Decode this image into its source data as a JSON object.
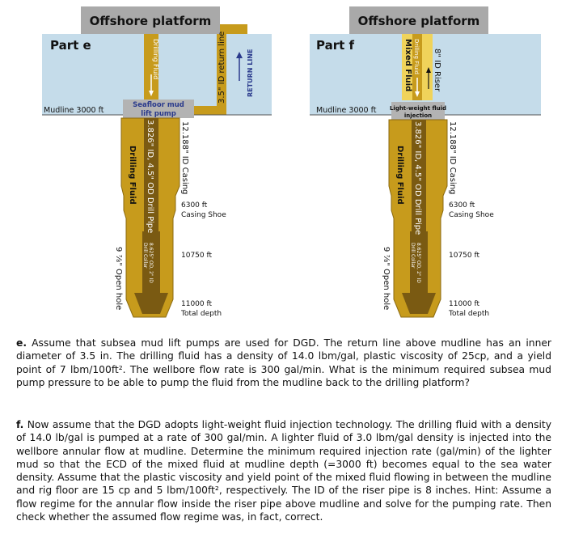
{
  "panels": {
    "e": {
      "platform_label": "Offshore platform",
      "part_label": "Part e",
      "mudline_label": "Mudline 3000 ft",
      "pump_label_line1": "Seafloor mud",
      "pump_label_line2": "lift pump",
      "riser_label": "Drilling Fluid",
      "return_line_label": "3.5\" ID return line",
      "return_line_tag": "RETURN LINE",
      "annulus_label": "Drilling Fluid",
      "drill_pipe_label": "3.826\" ID, 4.5\" OD Drill Pipe",
      "casing_label": "12.188\" ID Casing",
      "collar_label_line1": "8.625\" OD, 2\" ID",
      "collar_label_line2": "Drill Collar",
      "open_hole_label": "9 ⅞\" Open hole",
      "casing_shoe_depth": "6300 ft",
      "casing_shoe_label": "Casing Shoe",
      "collar_depth": "10750 ft",
      "total_depth_value": "11000 ft",
      "total_depth_label": "Total depth"
    },
    "f": {
      "platform_label": "Offshore platform",
      "part_label": "Part f",
      "mudline_label": "Mudline 3000 ft",
      "injection_label_line1": "Light-weight fluid",
      "injection_label_line2": "injection",
      "mixed_label": "Mixed Fluid",
      "riser_inner_label": "Drilling Fluid",
      "riser_label": "8\" ID Riser",
      "annulus_label": "Drilling Fluid",
      "drill_pipe_label": "3.826\" ID, 4.5\" OD Drill Pipe",
      "casing_label": "12.188\" ID Casing",
      "collar_label_line1": "8.625\" OD, 2\" ID",
      "collar_label_line2": "Drill Collar",
      "open_hole_label": "9 ⅞\" Open hole",
      "casing_shoe_depth": "6300 ft",
      "casing_shoe_label": "Casing Shoe",
      "collar_depth": "10750 ft",
      "total_depth_value": "11000 ft",
      "total_depth_label": "Total depth"
    }
  },
  "questions": {
    "e_letter": "e.",
    "e_text": "Assume that subsea mud lift pumps are used for DGD. The return line above mudline has an inner diameter of 3.5 in. The drilling fluid has a density of 14.0 lbm/gal, plastic viscosity of 25cp, and a yield point of 7 lbm/100ft². The wellbore flow rate is 300 gal/min. What is the minimum required subsea mud pump pressure to be able to pump the fluid from the mudline back to the drilling platform?",
    "f_letter": "f.",
    "f_text": "Now assume that the DGD adopts light-weight fluid injection technology. The drilling fluid with a density of 14.0 lb/gal is pumped at a rate of 300 gal/min. A lighter fluid of 3.0 lbm/gal density is injected into the wellbore annular flow at mudline. Determine the minimum required injection rate (gal/min) of the lighter mud so that the ECD of the mixed fluid at mudline depth (=3000 ft) becomes equal to the sea water density. Assume that the plastic viscosity and yield point of the mixed fluid flowing in between the mudline and rig floor are 15 cp and 5 lbm/100ft², respectively. The ID of the riser pipe is 8 inches. Hint: Assume a flow regime for the annular flow inside the riser pipe above mudline and solve for the pumping rate. Then check whether the assumed flow regime was, in fact, correct."
  },
  "colors": {
    "sea": "#c5dcea",
    "platform": "#a9a9a9",
    "mud": "#c79b1c",
    "mud_dark": "#8b6a10",
    "pipe": "#7a5a12",
    "mixed": "#f0d35a",
    "pump": "#b3b3b3",
    "return_line_text": "#2a3a8c"
  }
}
